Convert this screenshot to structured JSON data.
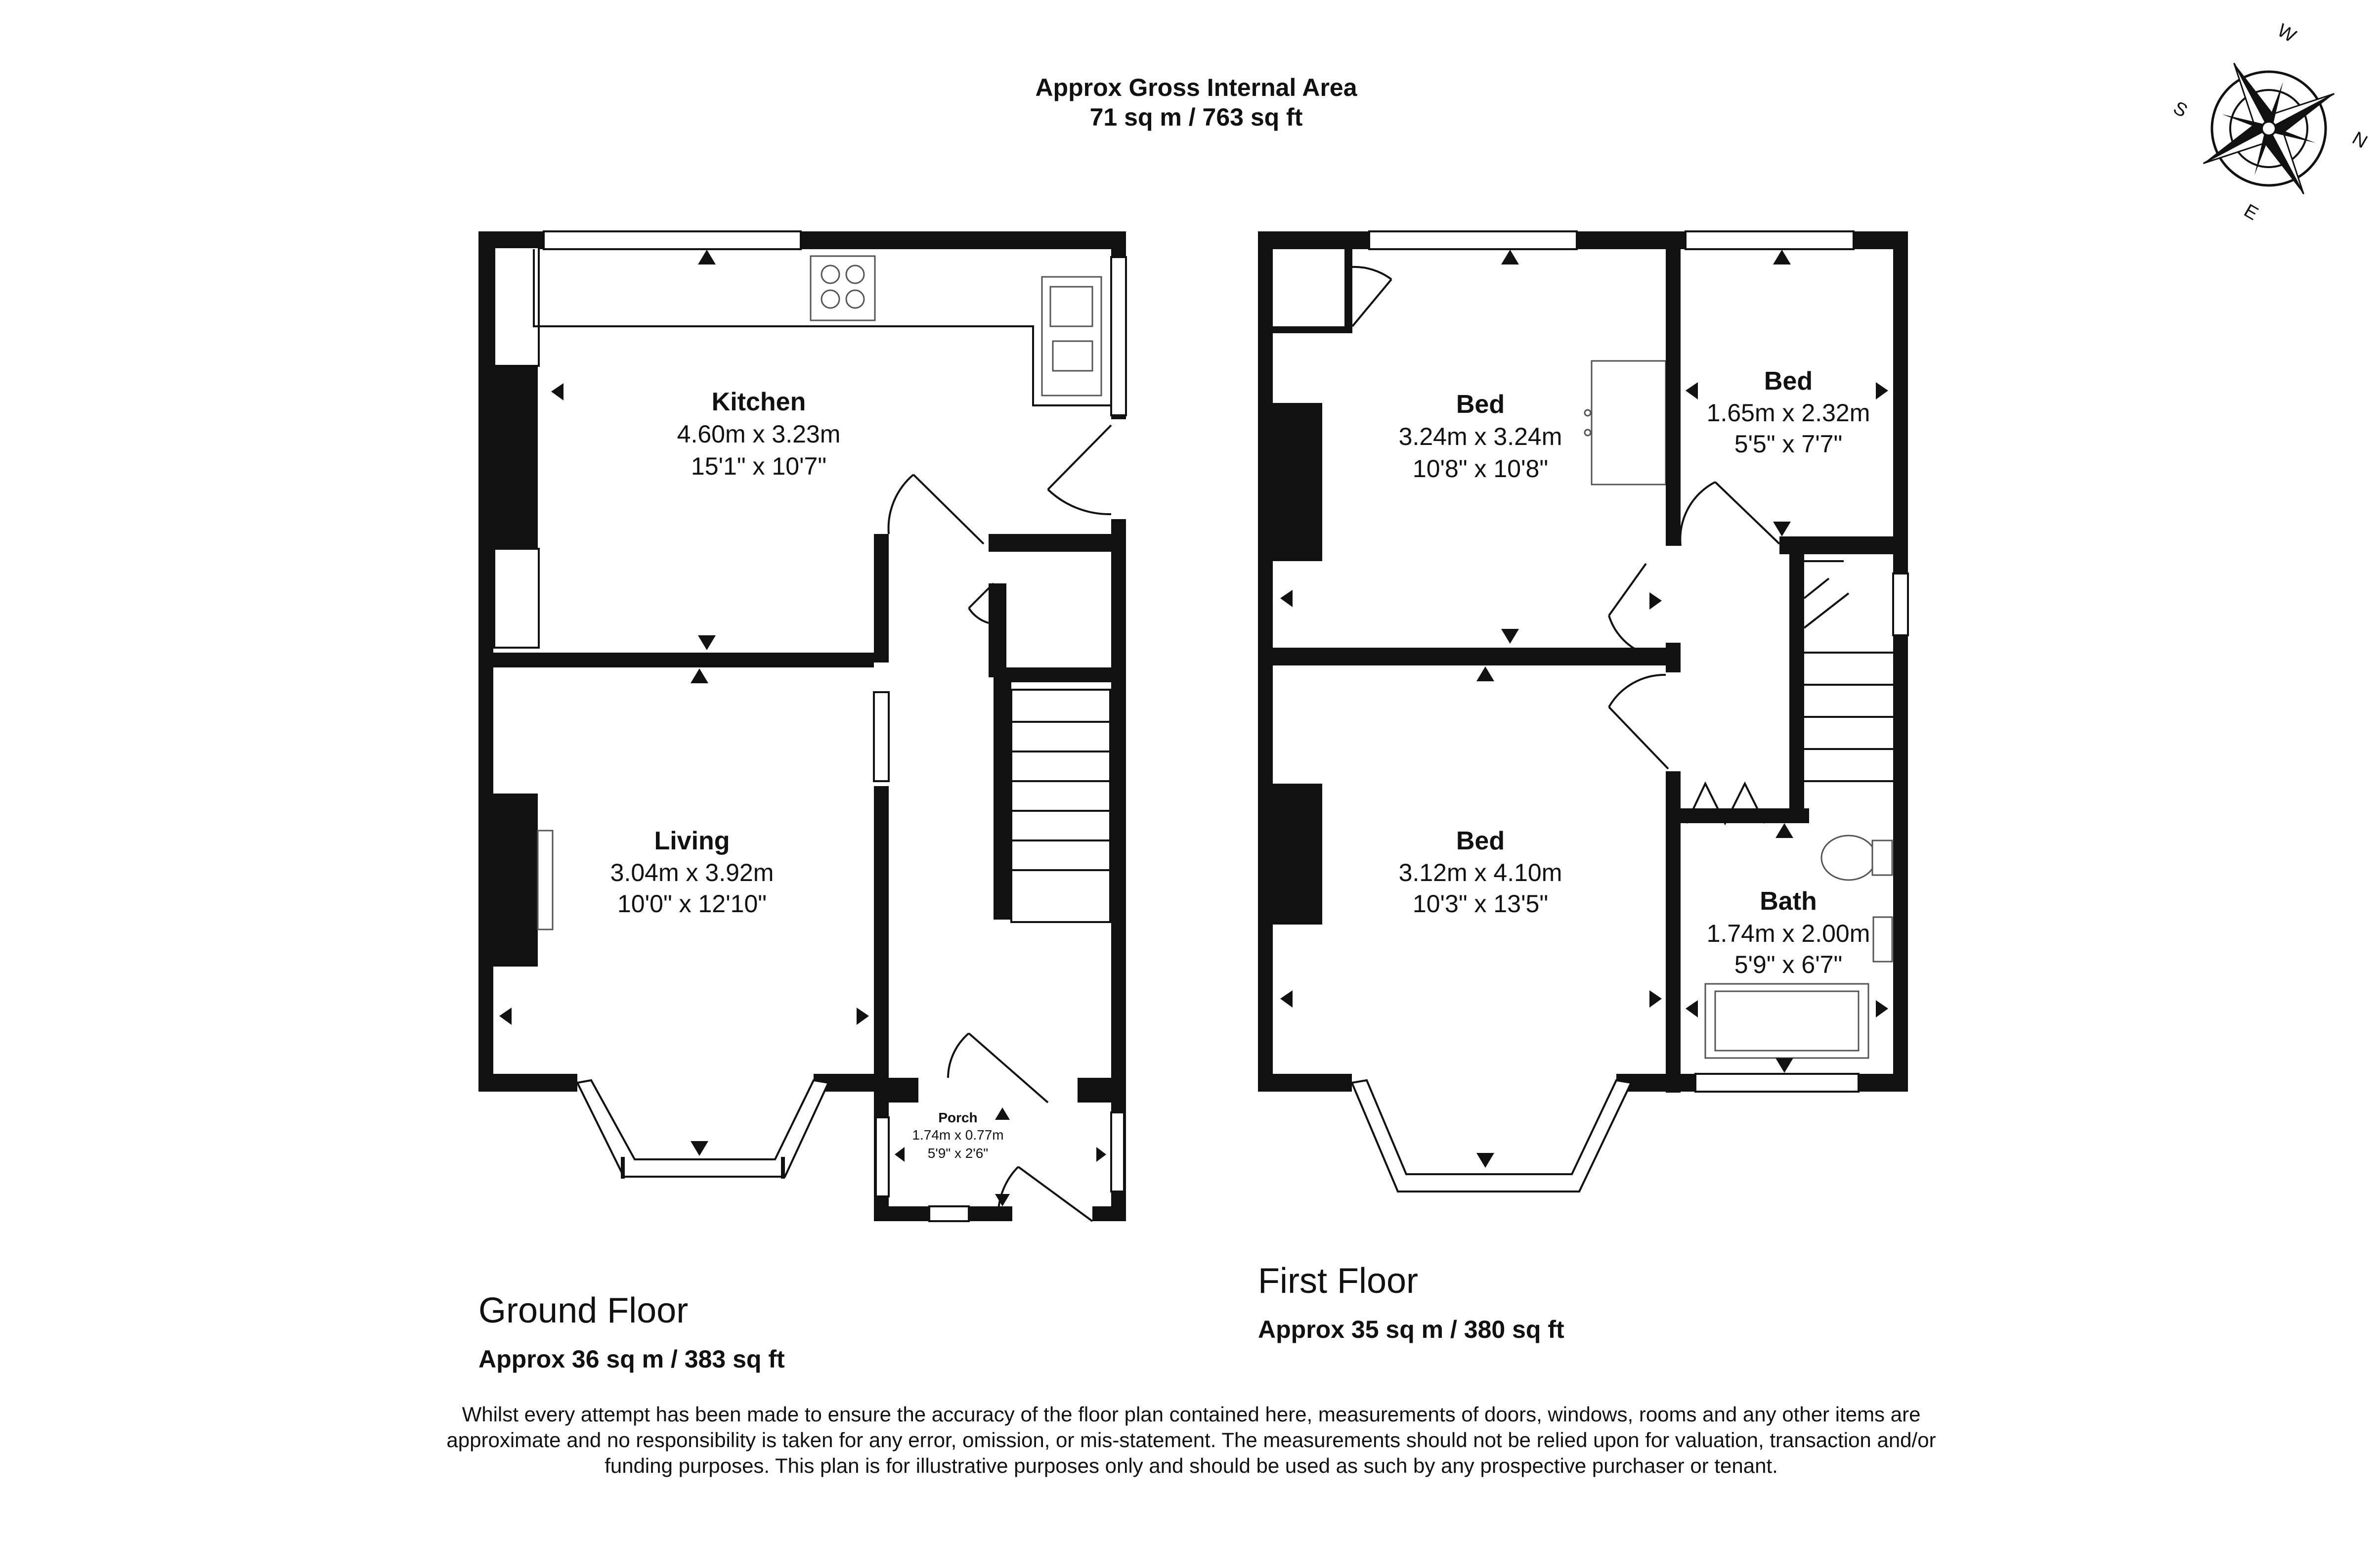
{
  "header": {
    "title": "Approx Gross Internal Area",
    "area": "71 sq m / 763 sq ft"
  },
  "compass": {
    "labels": {
      "w": "W",
      "n": "N",
      "e": "E",
      "s": "S"
    }
  },
  "ground_floor": {
    "name": "Ground Floor",
    "area": "Approx 36 sq m / 383 sq ft",
    "rooms": {
      "kitchen": {
        "name": "Kitchen",
        "metric": "4.60m x 3.23m",
        "imperial": "15'1\" x 10'7\""
      },
      "living": {
        "name": "Living",
        "metric": "3.04m x 3.92m",
        "imperial": "10'0\" x 12'10\""
      },
      "porch": {
        "name": "Porch",
        "metric": "1.74m x 0.77m",
        "imperial": "5'9\" x 2'6\""
      }
    }
  },
  "first_floor": {
    "name": "First Floor",
    "area": "Approx 35 sq m / 380 sq ft",
    "rooms": {
      "bed1": {
        "name": "Bed",
        "metric": "3.24m x 3.24m",
        "imperial": "10'8\" x 10'8\""
      },
      "bed2": {
        "name": "Bed",
        "metric": "1.65m x 2.32m",
        "imperial": "5'5\" x 7'7\""
      },
      "bed3": {
        "name": "Bed",
        "metric": "3.12m x 4.10m",
        "imperial": "10'3\" x 13'5\""
      },
      "bath": {
        "name": "Bath",
        "metric": "1.74m x 2.00m",
        "imperial": "5'9\" x 6'7\""
      }
    }
  },
  "disclaimer": "Whilst every attempt has been made to ensure the accuracy of the floor plan contained here, measurements of doors, windows, rooms and any other items are approximate and no responsibility is taken for any error, omission, or mis-statement. The measurements should not be relied upon for valuation, transaction and/or funding purposes. This plan is for illustrative purposes only and should be used as such by any prospective purchaser or tenant."
}
